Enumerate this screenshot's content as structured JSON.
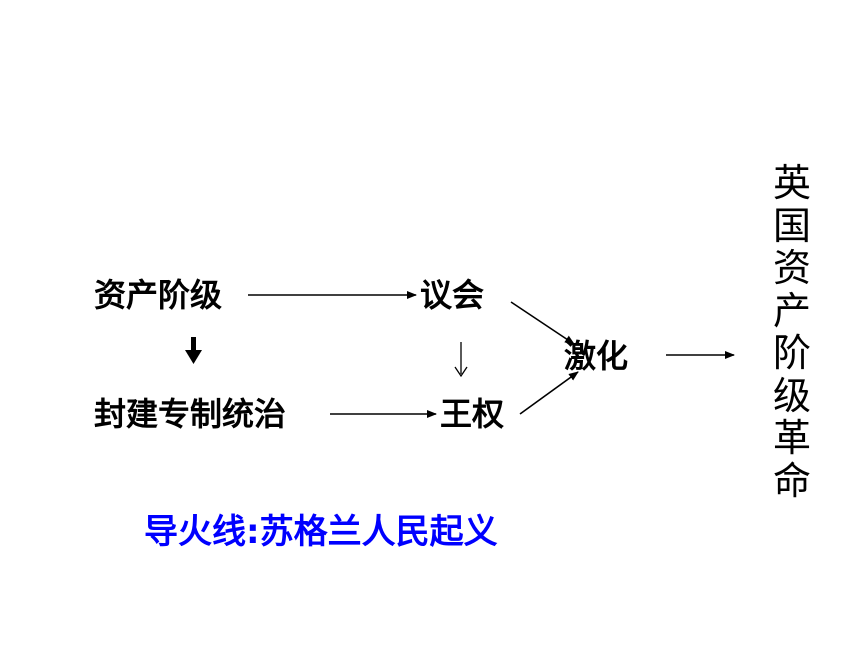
{
  "nodes": {
    "bourgeoisie": "资产阶级",
    "parliament": "议会",
    "feudal_rule": "封建专制统治",
    "royal_power": "王权",
    "intensify": "激化"
  },
  "result": "英国资产阶级革命",
  "fuse": "导火线:苏格兰人民起义",
  "colors": {
    "text": "#000000",
    "fuse": "#0000ff",
    "arrow": "#000000"
  }
}
